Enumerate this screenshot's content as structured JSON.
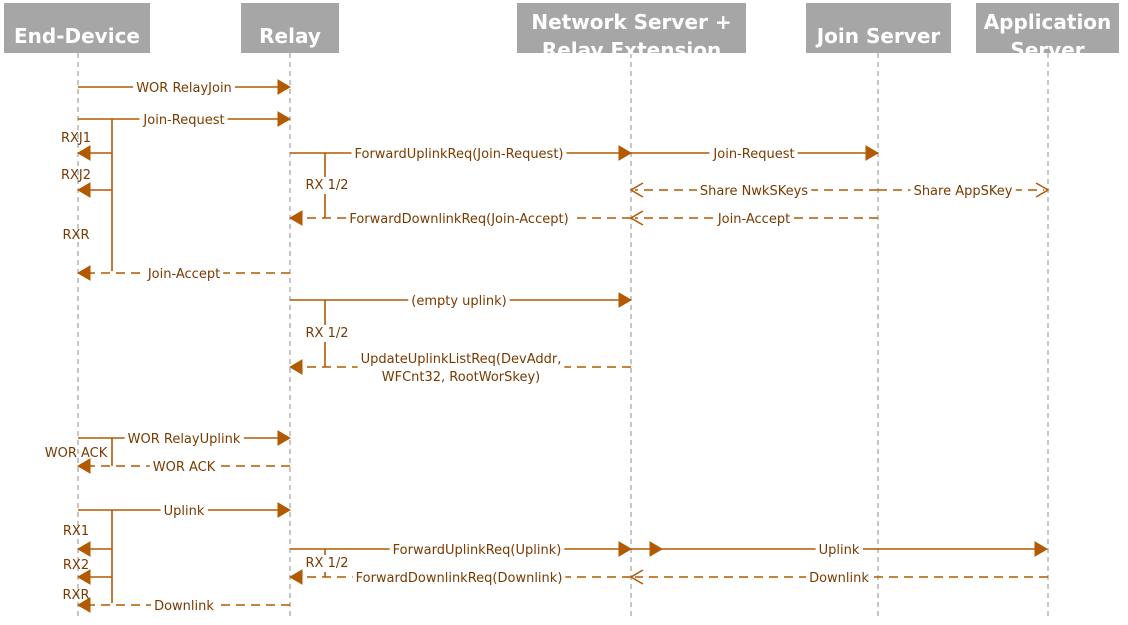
{
  "participants": [
    {
      "id": "ed",
      "lines": [
        "End-Device"
      ]
    },
    {
      "id": "relay",
      "lines": [
        "Relay"
      ]
    },
    {
      "id": "ns",
      "lines": [
        "Network Server +",
        "Relay Extension"
      ]
    },
    {
      "id": "js",
      "lines": [
        "Join Server"
      ]
    },
    {
      "id": "as",
      "lines": [
        "Application",
        "Server"
      ]
    }
  ],
  "messages": [
    {
      "name": "wor-relayjoin",
      "from": "ed",
      "to": "relay",
      "label": "WOR RelayJoin",
      "style": "solid",
      "head": "filled"
    },
    {
      "name": "join-request-ed",
      "from": "ed",
      "to": "relay",
      "label": "Join-Request",
      "style": "solid",
      "head": "filled"
    },
    {
      "name": "forward-uplink-join",
      "from": "relay",
      "to": "ns",
      "label": "ForwardUplinkReq(Join-Request)",
      "style": "solid",
      "head": "filled"
    },
    {
      "name": "join-request-js",
      "from": "ns",
      "to": "js",
      "label": "Join-Request",
      "style": "solid",
      "head": "filled"
    },
    {
      "name": "share-nwkskeys",
      "from": "js",
      "to": "ns",
      "label": "Share NwkSKeys",
      "style": "dashed",
      "head": "open"
    },
    {
      "name": "share-appskey",
      "from": "js",
      "to": "as",
      "label": "Share AppSKey",
      "style": "dashed",
      "head": "open"
    },
    {
      "name": "join-accept-js",
      "from": "js",
      "to": "ns",
      "label": "Join-Accept",
      "style": "dashed",
      "head": "open"
    },
    {
      "name": "forward-downlink-join",
      "from": "ns",
      "to": "relay",
      "label": "ForwardDownlinkReq(Join-Accept)",
      "style": "dashed",
      "head": "filled"
    },
    {
      "name": "join-accept-ed",
      "from": "relay",
      "to": "ed",
      "label": "Join-Accept",
      "style": "dashed",
      "head": "filled"
    },
    {
      "name": "empty-uplink",
      "from": "relay",
      "to": "ns",
      "label": "(empty uplink)",
      "style": "solid",
      "head": "filled"
    },
    {
      "name": "update-uplink-list",
      "from": "ns",
      "to": "relay",
      "label": [
        "UpdateUplinkListReq(DevAddr,",
        "WFCnt32, RootWorSkey)"
      ],
      "style": "dashed",
      "head": "filled"
    },
    {
      "name": "wor-relayuplink",
      "from": "ed",
      "to": "relay",
      "label": "WOR RelayUplink",
      "style": "solid",
      "head": "filled"
    },
    {
      "name": "wor-ack",
      "from": "relay",
      "to": "ed",
      "label": "WOR ACK",
      "style": "dashed",
      "head": "filled"
    },
    {
      "name": "uplink-ed",
      "from": "ed",
      "to": "relay",
      "label": "Uplink",
      "style": "solid",
      "head": "filled"
    },
    {
      "name": "forward-uplink-uplink",
      "from": "relay",
      "to": "ns",
      "label": "ForwardUplinkReq(Uplink)",
      "style": "solid",
      "head": "filled"
    },
    {
      "name": "uplink-as",
      "from": "ns",
      "to": "as",
      "label": "Uplink",
      "style": "solid",
      "head": "filled"
    },
    {
      "name": "downlink-as",
      "from": "as",
      "to": "ns",
      "label": "Downlink",
      "style": "dashed",
      "head": "open"
    },
    {
      "name": "forward-downlink-downlink",
      "from": "ns",
      "to": "relay",
      "label": "ForwardDownlinkReq(Downlink)",
      "style": "dashed",
      "head": "filled"
    },
    {
      "name": "downlink-ed",
      "from": "relay",
      "to": "ed",
      "label": "Downlink",
      "style": "dashed",
      "head": "filled"
    }
  ],
  "windows": [
    {
      "name": "rxj1-arrow",
      "label": "RXJ1"
    },
    {
      "name": "rxj2-arrow",
      "label": "RXJ2"
    },
    {
      "name": "rxr-join-label",
      "label": "RXR"
    },
    {
      "name": "wor-ack-window",
      "label": "WOR ACK"
    },
    {
      "name": "rx1-arrow",
      "label": "RX1"
    },
    {
      "name": "rx2-arrow",
      "label": "RX2"
    },
    {
      "name": "rxr-uplink-label",
      "label": "RXR"
    }
  ],
  "relay_windows": [
    {
      "name": "relay-rx-join",
      "label": "RX 1/2"
    },
    {
      "name": "relay-rx-empty",
      "label": "RX 1/2"
    },
    {
      "name": "relay-rx-uplink",
      "label": "RX 1/2"
    }
  ],
  "colors": {
    "header_bg": "#a6a6a6",
    "header_text": "#ffffff",
    "message": "#b35a00",
    "lifeline": "#8c8c8c"
  }
}
